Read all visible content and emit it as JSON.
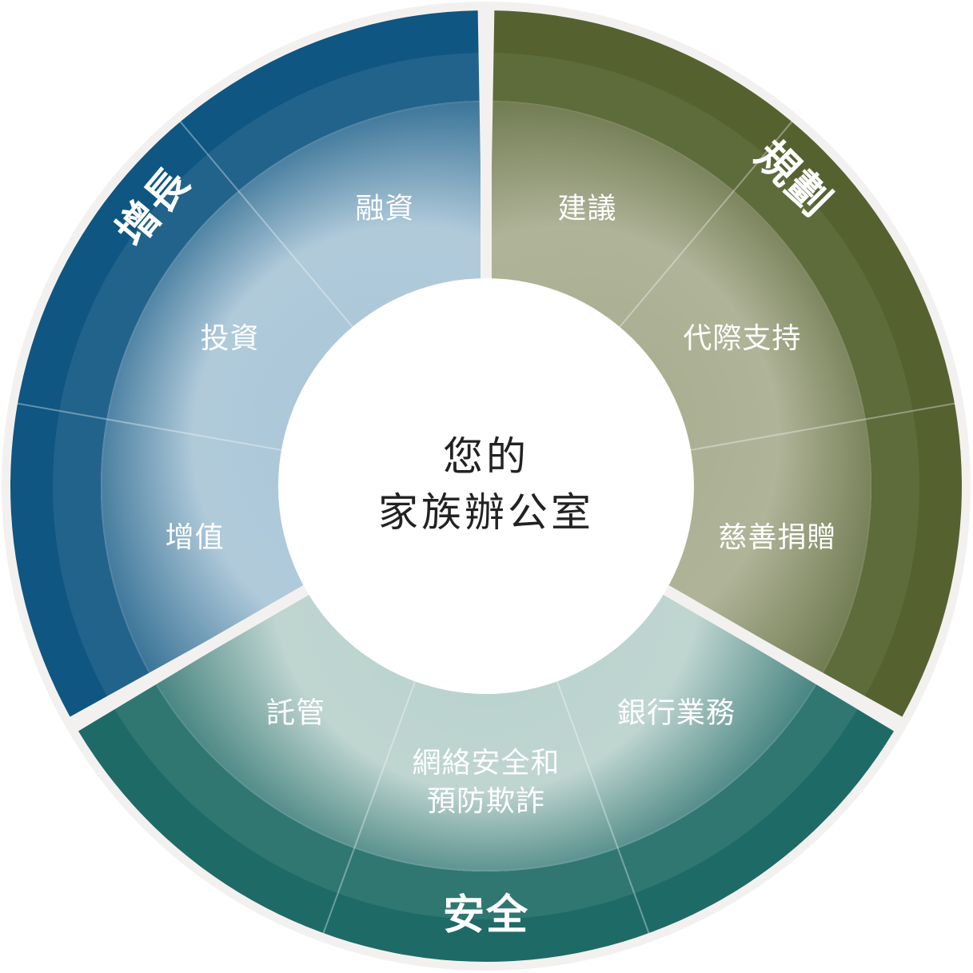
{
  "center": {
    "line1": "您的",
    "line2": "家族辦公室"
  },
  "groups": [
    {
      "name": "增長",
      "color_outer": "#0f5682",
      "color_inner": "#a9c6d8",
      "segments": [
        "增值",
        "投資",
        "融資"
      ]
    },
    {
      "name": "規劃",
      "color_outer": "#556230",
      "color_inner": "#a8ad8f",
      "segments": [
        "建議",
        "代際支持",
        "慈善捐贈"
      ]
    },
    {
      "name": "安全",
      "color_outer": "#1e6a66",
      "color_inner": "#b9d2cd",
      "segments": [
        "銀行業務",
        "網絡安全和\n預防欺詐",
        "託管"
      ]
    }
  ],
  "colors": {
    "ring_border": "#f3f1ef",
    "center_fill": "#ffffff",
    "divider": "#f3f1ef"
  }
}
